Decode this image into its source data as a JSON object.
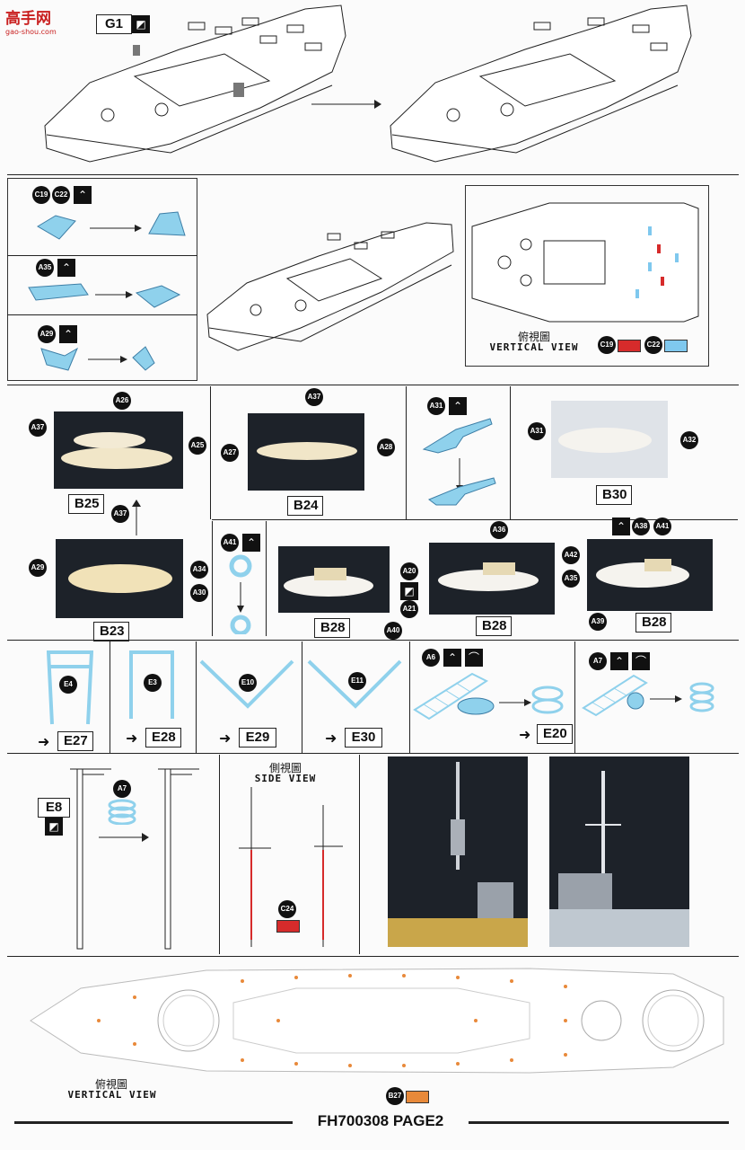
{
  "watermark": {
    "text": "高手网",
    "url_text": "gao-shou.com"
  },
  "step_g1": {
    "label": "G1",
    "icon": "photo-etch-icon"
  },
  "top_views": {
    "cn": "俯視圖",
    "en": "VERTICAL VIEW",
    "swatch1_label": "C19",
    "swatch1_color": "#d62b2b",
    "swatch2_label": "C22",
    "swatch2_color": "#7fc8ee"
  },
  "sub_steps": [
    {
      "label": "C19",
      "label2": "C22",
      "icon": "fold-icon"
    },
    {
      "label": "A35",
      "icon": "fold-icon"
    },
    {
      "label": "A29",
      "icon": "fold-icon"
    }
  ],
  "boats": {
    "b25": {
      "caption": "B25",
      "callouts": [
        "A37",
        "A26",
        "A25",
        "A37"
      ]
    },
    "b24": {
      "caption": "B24",
      "callouts": [
        "A37",
        "A27",
        "A28"
      ]
    },
    "a31": {
      "label": "A31"
    },
    "b30": {
      "caption": "B30",
      "callouts": [
        "A31",
        "A32"
      ]
    },
    "b23": {
      "caption": "B23",
      "callouts": [
        "A29",
        "A34",
        "A30"
      ]
    },
    "a41": {
      "label": "A41"
    },
    "b28a": {
      "caption": "B28",
      "callouts": [
        "A40"
      ]
    },
    "b28b": {
      "caption": "B28",
      "callouts": [
        "A36",
        "A20",
        "A35",
        "A21"
      ]
    },
    "b28c": {
      "caption": "B28",
      "callouts": [
        "A38",
        "A41",
        "A42",
        "A39"
      ]
    }
  },
  "frames": {
    "e4": {
      "label": "E4",
      "target": "E27"
    },
    "e3": {
      "label": "E3",
      "target": "E28"
    },
    "e10": {
      "label": "E10",
      "target": "E29"
    },
    "e11": {
      "label": "E11",
      "target": "E30"
    },
    "a6": {
      "label": "A6",
      "target": "E20"
    },
    "a7": {
      "label": "A7"
    }
  },
  "mast": {
    "e8_label": "E8",
    "a7_label": "A7",
    "side_cn": "側視圖",
    "side_en": "SIDE VIEW",
    "c24_label": "C24",
    "c24_color": "#d62b2b"
  },
  "deck_view": {
    "cn": "俯視圖",
    "en": "VERTICAL VIEW",
    "b27_label": "B27",
    "b27_color": "#e8893a"
  },
  "footer": {
    "text": "FH700308 PAGE2"
  }
}
